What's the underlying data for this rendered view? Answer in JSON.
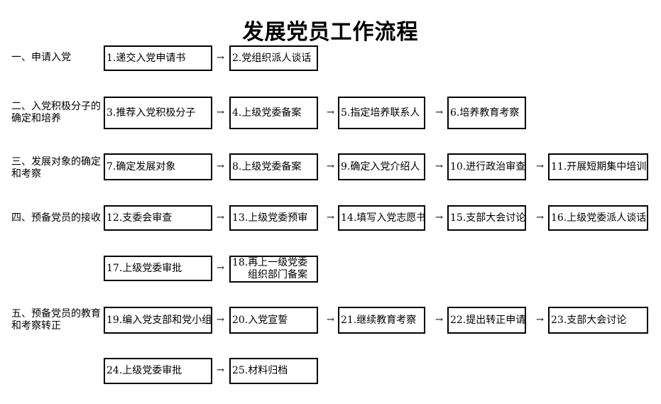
{
  "title": "发展党员工作流程",
  "stages": [
    {
      "num": "一、",
      "text": "申请入党"
    },
    {
      "num": "二、",
      "text": "入党积极分子的确定和培养"
    },
    {
      "num": "三、",
      "text": "发展对象的确定和考察"
    },
    {
      "num": "四、",
      "text": "预备党员的接收"
    },
    {
      "num": "五、",
      "text": "预备党员的教育和考察转正"
    }
  ],
  "steps": [
    "1.递交入党申请书",
    "2.党组织派人谈话",
    "3.推荐入党积极分子",
    "4.上级党委备案",
    "5.指定培养联系人",
    "6.培养教育考察",
    "7.确定发展对象",
    "8.上级党委备案",
    "9.确定入党介绍人",
    "10.进行政治审查",
    "11.开展短期集中培训",
    "12.支委会审查",
    "13.上级党委预审",
    "14.填写入党志愿书",
    "15.支部大会讨论",
    "16.上级党委派人谈话",
    "17.上级党委审批",
    "18.再上一级党委组织部门备案",
    "19.编入党支部和党小组",
    "20.入党宣誓",
    "21.继续教育考察",
    "22.提出转正申请",
    "23.支部大会讨论",
    "24.上级党委审批",
    "25.材料归档"
  ],
  "step18_lines": [
    "18.再上一级党委",
    "组织部门备案"
  ],
  "arrow_symbol": "→"
}
